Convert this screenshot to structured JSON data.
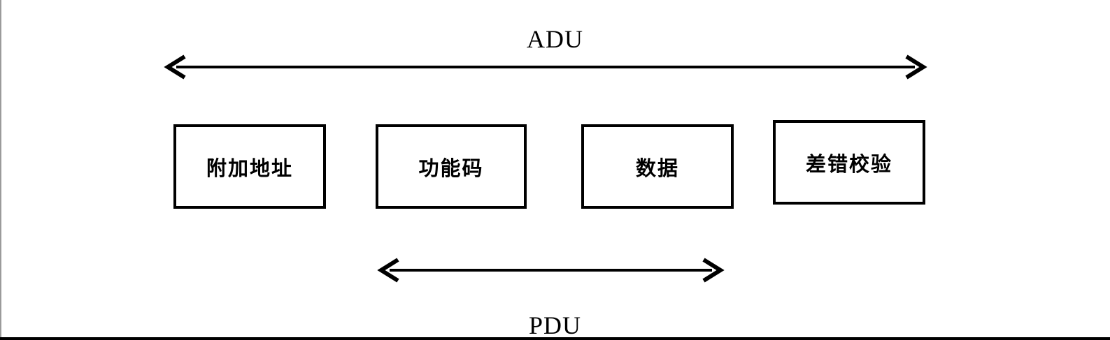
{
  "diagram": {
    "title_top": "ADU",
    "title_bottom": "PDU",
    "boxes": [
      {
        "label": "附加地址"
      },
      {
        "label": "功能码"
      },
      {
        "label": "数据"
      },
      {
        "label": "差错校验"
      }
    ],
    "colors": {
      "line": "#000000",
      "background": "#ffffff",
      "page_edge": "#9b9b9b"
    }
  }
}
